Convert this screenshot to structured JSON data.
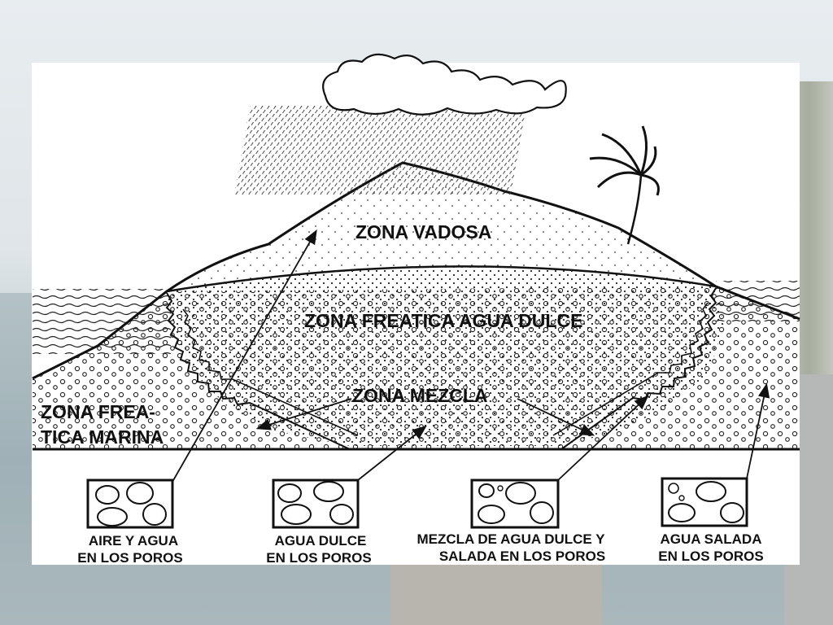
{
  "diagram": {
    "zones": {
      "vadosa": "ZONA VADOSA",
      "freatica_dulce": "ZONA FREATICA AGUA DULCE",
      "mezcla": "ZONA MEZCLA",
      "marina_line1": "ZONA FREA-",
      "marina_line2": "TICA MARINA"
    },
    "pore_boxes": [
      {
        "line1": "AIRE Y AGUA",
        "line2": "EN LOS POROS"
      },
      {
        "line1": "AGUA DULCE",
        "line2": "EN LOS POROS"
      },
      {
        "line1": "MEZCLA DE AGUA DULCE Y",
        "line2": "SALADA EN LOS POROS"
      },
      {
        "line1": "AGUA SALADA",
        "line2": "EN LOS POROS"
      }
    ],
    "icons": {
      "cloud": "rain-cloud-icon",
      "tree": "palm-tree-icon"
    }
  }
}
